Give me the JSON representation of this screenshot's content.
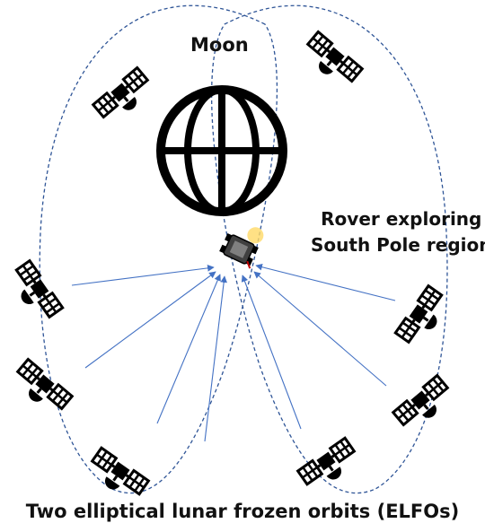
{
  "labels": {
    "moon": "Moon",
    "rover_line1": "Rover exploring",
    "rover_line2": "South Pole region",
    "caption": "Two elliptical lunar frozen orbits (ELFOs)"
  },
  "colors": {
    "orbit": "#2f5597",
    "arrow": "#4472c4",
    "ink": "#000000",
    "rover_headlight": "#ffd966",
    "rover_accent": "#c00000"
  },
  "icons": {
    "moon": "globe-icon",
    "satellite": "satellite-icon",
    "rover": "rover-icon"
  }
}
